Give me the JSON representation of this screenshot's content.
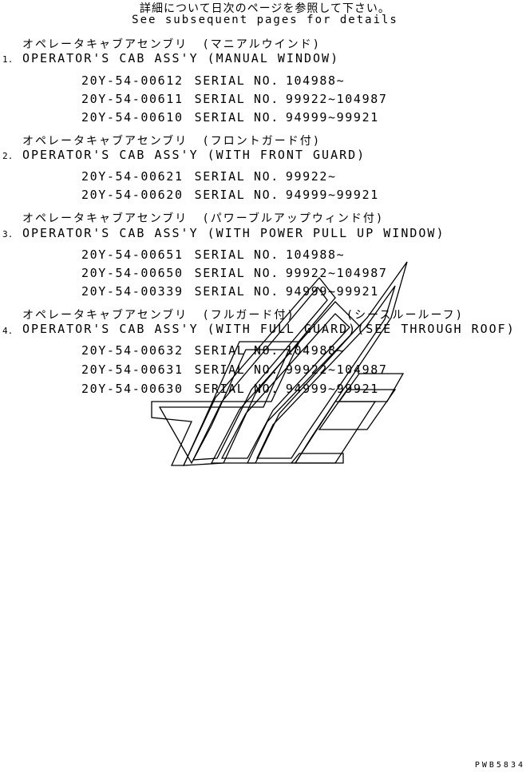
{
  "header": {
    "jp": "詳細について日次のページを参照して下さい。",
    "en": "See subsequent pages for details"
  },
  "items": [
    {
      "number": "1.",
      "jp_title": "オペレータキャブアセンブリ",
      "jp_paren": "(マニアルウインド)",
      "jp_extra": "",
      "en_title": "OPERATOR'S CAB ASS'Y (MANUAL WINDOW)",
      "parts": [
        {
          "part_no": "20Y-54-00612",
          "serial_label": "SERIAL NO.",
          "serial": "104988~"
        },
        {
          "part_no": "20Y-54-00611",
          "serial_label": "SERIAL NO.",
          "serial": "99922~104987"
        },
        {
          "part_no": "20Y-54-00610",
          "serial_label": "SERIAL NO.",
          "serial": "94999~99921"
        }
      ]
    },
    {
      "number": "2.",
      "jp_title": "オペレータキャブアセンブリ",
      "jp_paren": "(フロントガード付)",
      "jp_extra": "",
      "en_title": "OPERATOR'S CAB ASS'Y (WITH FRONT GUARD)",
      "parts": [
        {
          "part_no": "20Y-54-00621",
          "serial_label": "SERIAL NO.",
          "serial": "99922~"
        },
        {
          "part_no": "20Y-54-00620",
          "serial_label": "SERIAL NO.",
          "serial": "94999~99921"
        }
      ]
    },
    {
      "number": "3.",
      "jp_title": "オペレータキャブアセンブリ",
      "jp_paren": "(パワーブルアップウィンド付)",
      "jp_extra": "",
      "en_title": "OPERATOR'S CAB ASS'Y (WITH POWER PULL UP WINDOW)",
      "parts": [
        {
          "part_no": "20Y-54-00651",
          "serial_label": "SERIAL NO.",
          "serial": "104988~"
        },
        {
          "part_no": "20Y-54-00650",
          "serial_label": "SERIAL NO.",
          "serial": "99922~104987"
        },
        {
          "part_no": "20Y-54-00339",
          "serial_label": "SERIAL NO.",
          "serial": "94999~99921"
        }
      ]
    },
    {
      "number": "4.",
      "jp_title": "オペレータキャブアセンブリ",
      "jp_paren": "(フルガード付)",
      "jp_extra": "(シースルールーフ)",
      "en_title": "OPERATOR'S CAB ASS'Y (WITH FULL GUARD)(SEE THROUGH ROOF)",
      "parts": [
        {
          "part_no": "20Y-54-00632",
          "serial_label": "SERIAL NO.",
          "serial": "104988~"
        },
        {
          "part_no": "20Y-54-00631",
          "serial_label": "SERIAL NO.",
          "serial": "99922~104987"
        },
        {
          "part_no": "20Y-54-00630",
          "serial_label": "SERIAL NO.",
          "serial": "94999~99921"
        }
      ]
    }
  ],
  "footer": {
    "doc_code": "PWB5834"
  }
}
